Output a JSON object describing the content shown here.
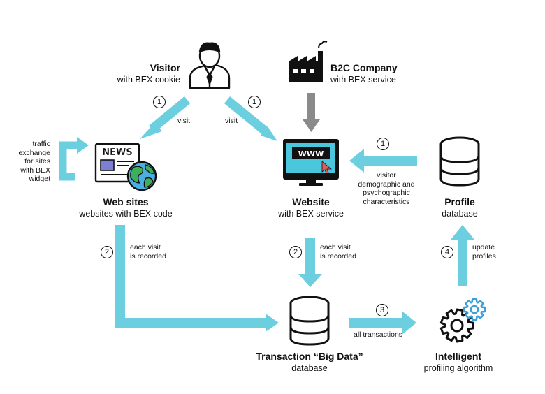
{
  "nodes": {
    "visitor": {
      "title": "Visitor",
      "subtitle": "with BEX cookie"
    },
    "b2c": {
      "title": "B2C Company",
      "subtitle": "with BEX service"
    },
    "websites": {
      "title": "Web sites",
      "subtitle": "websites with BEX code",
      "icon_text": "NEWS"
    },
    "website": {
      "title": "Website",
      "subtitle": "with BEX service",
      "icon_text": "WWW"
    },
    "profile": {
      "title": "Profile",
      "subtitle": "database"
    },
    "transaction": {
      "title": "Transaction “Big Data”",
      "subtitle": "database"
    },
    "algorithm": {
      "title": "Intelligent",
      "subtitle": "profiling algorithm"
    }
  },
  "edges": {
    "visit_left": {
      "step": "1",
      "label": "visit"
    },
    "visit_right": {
      "step": "1",
      "label": "visit"
    },
    "profile_to_website": {
      "step": "1",
      "label_lines": [
        "visitor",
        "demographic and",
        "psychographic",
        "characteristics"
      ]
    },
    "traffic_exchange": {
      "label_lines": [
        "traffic",
        "exchange",
        "for sites",
        "with BEX",
        "widget"
      ]
    },
    "websites_record": {
      "step": "2",
      "label_lines": [
        "each visit",
        "is recorded"
      ]
    },
    "website_record": {
      "step": "2",
      "label_lines": [
        "each visit",
        "is recorded"
      ]
    },
    "all_transactions": {
      "step": "3",
      "label": "all transactions"
    },
    "update_profiles": {
      "step": "4",
      "label_lines": [
        "update",
        "profiles"
      ]
    }
  },
  "colors": {
    "arrow": "#6ccfe0",
    "gray_arrow": "#8a8a8a",
    "icon": "#111111",
    "accent_blue": "#3aa0dc",
    "globe_green": "#3fae5a",
    "globe_blue": "#4aaee0",
    "screen_blue": "#4bc7dd"
  }
}
